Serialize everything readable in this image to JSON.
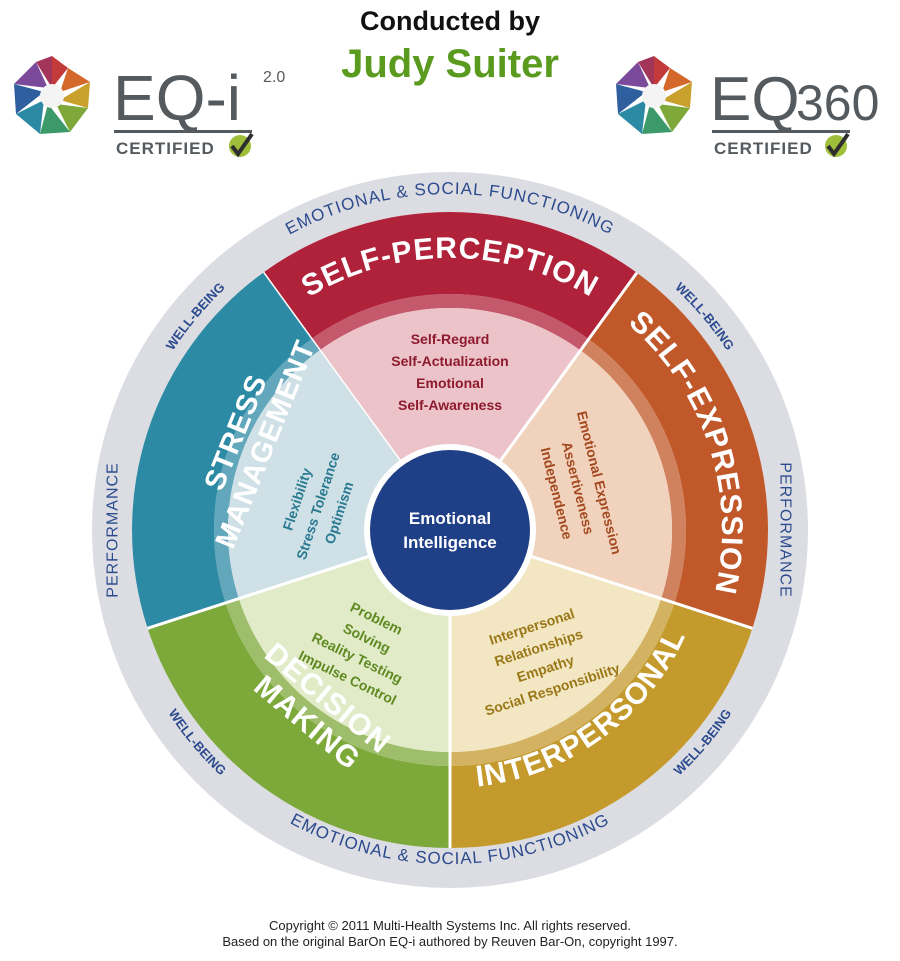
{
  "header": {
    "conducted_by": "Conducted by",
    "presenter": "Judy Suiter"
  },
  "logos": {
    "left": {
      "icon": "rosette-icon",
      "name": "EQ-i",
      "version": "2.0",
      "badge": "CERTIFIED"
    },
    "right": {
      "icon": "rosette-icon",
      "name_a": "EQ",
      "name_b": "360",
      "badge": "CERTIFIED"
    }
  },
  "wheel": {
    "center": {
      "line1": "Emotional",
      "line2": "Intelligence",
      "color": "#1f3f86"
    },
    "outer_ring": {
      "top": "EMOTIONAL & SOCIAL FUNCTIONING",
      "bottom": "EMOTIONAL & SOCIAL FUNCTIONING",
      "left": "PERFORMANCE",
      "right": "PERFORMANCE",
      "upper_left": "WELL-BEING",
      "upper_right": "WELL-BEING",
      "lower_left": "WELL-BEING",
      "lower_right": "WELL-BEING",
      "text_color": "#2c4b8e",
      "ring_color": "#dcdde3"
    },
    "segments": [
      {
        "title": "SELF-PERCEPTION",
        "color": "#b0213a",
        "inner_color": "#ecc3c8",
        "text_color": "#8e1a2e",
        "items": [
          "Self-Regard",
          "Self-Actualization",
          "Emotional",
          "Self-Awareness"
        ]
      },
      {
        "title": "SELF-EXPRESSION",
        "color": "#c0582a",
        "inner_color": "#f1d3bd",
        "text_color": "#a3481f",
        "items": [
          "Emotional Expression",
          "Assertiveness",
          "Independence"
        ]
      },
      {
        "title": "INTERPERSONAL",
        "color": "#c49a2c",
        "inner_color": "#f3e6c2",
        "text_color": "#9a7818",
        "items": [
          "Interpersonal",
          "Relationships",
          "Empathy",
          "Social Responsibility"
        ]
      },
      {
        "title_line1": "DECISION",
        "title_line2": "MAKING",
        "color": "#7da83a",
        "inner_color": "#e1ebc8",
        "text_color": "#5f8a22",
        "items": [
          "Problem",
          "Solving",
          "Reality Testing",
          "Impulse Control"
        ]
      },
      {
        "title_line1": "STRESS",
        "title_line2": "MANAGEMENT",
        "color": "#2d8aa4",
        "inner_color": "#cfe0e6",
        "text_color": "#2a7a91",
        "items": [
          "Flexibility",
          "Stress Tolerance",
          "Optimism"
        ]
      }
    ]
  },
  "footer": {
    "line1": "Copyright © 2011 Multi-Health Systems Inc. All rights reserved.",
    "line2": "Based on the original BarOn EQ-i authored by Reuven Bar-On, copyright 1997."
  }
}
